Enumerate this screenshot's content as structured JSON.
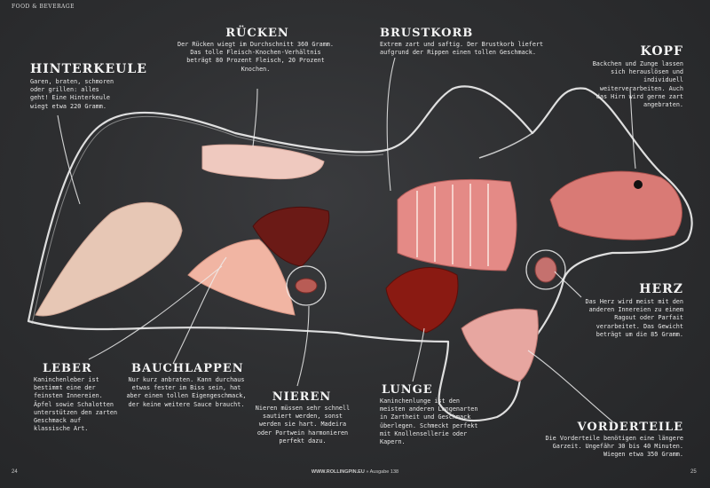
{
  "header": "FOOD & BEVERAGE",
  "page_left": "24",
  "page_right": "25",
  "footer": {
    "site": "WWW.ROLLINGPIN.EU",
    "sep": "»",
    "issue": "Ausgabe 138"
  },
  "sections": {
    "hinterkeule": {
      "title": "HINTERKEULE",
      "text": "Garen, braten, schmoren oder grillen: alles geht! Eine Hinterkeule wiegt etwa 220 Gramm."
    },
    "ruecken": {
      "title": "RÜCKEN",
      "text": "Der Rücken wiegt im Durchschnitt 360 Gramm. Das tolle Fleisch-Knochen-Verhältnis beträgt 80 Prozent Fleisch, 20 Prozent Knochen."
    },
    "brustkorb": {
      "title": "BRUSTKORB",
      "text": "Extrem zart und saftig. Der Brustkorb liefert aufgrund der Rippen einen tollen Geschmack."
    },
    "kopf": {
      "title": "KOPF",
      "text": "Backchen und Zunge lassen sich herauslösen und individuell weiterverarbeiten. Auch das Hirn wird gerne zart angebraten."
    },
    "herz": {
      "title": "HERZ",
      "text": "Das Herz wird meist mit den anderen Innereien zu einem Ragout oder Parfait verarbeitet. Das Gewicht beträgt um die 85 Gramm."
    },
    "leber": {
      "title": "LEBER",
      "text": "Kaninchenleber ist bestimmt eine der feinsten Innereien. Äpfel sowie Schalotten unterstützen den zarten Geschmack auf klassische Art."
    },
    "bauchlappen": {
      "title": "BAUCHLAPPEN",
      "text": "Nur kurz anbraten. Kann durchaus etwas fester im Biss sein, hat aber einen tollen Eigengeschmack, der keine weitere Sauce braucht."
    },
    "nieren": {
      "title": "NIEREN",
      "text": "Nieren müssen sehr schnell sautiert werden, sonst werden sie hart. Madeira oder Portwein harmonieren perfekt dazu."
    },
    "lunge": {
      "title": "LUNGE",
      "text": "Kaninchenlunge ist den meisten anderen Lungenarten in Zartheit und Geschmack überlegen. Schmeckt perfekt mit Knollensellerie oder Kapern."
    },
    "vorderteile": {
      "title": "VORDERTEILE",
      "text": "Die Vorderteile benötigen eine längere Garzeit. Ungefähr 30 bis 40 Minuten. Wiegen etwa 350 Gramm."
    }
  }
}
